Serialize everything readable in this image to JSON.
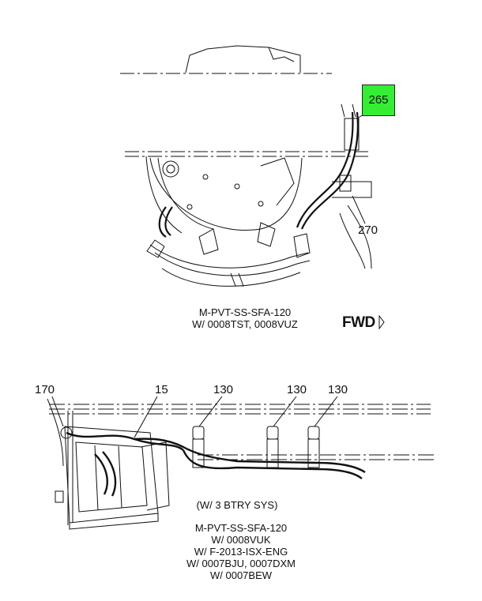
{
  "top_view": {
    "callouts": {
      "highlighted": "265",
      "secondary": "270"
    },
    "caption_lines": [
      "M-PVT-SS-SFA-120",
      "W/ 0008TST, 0008VUZ"
    ],
    "direction": "FWD"
  },
  "bottom_view": {
    "callouts": [
      "170",
      "15",
      "130",
      "130",
      "130"
    ],
    "subtitle": "(W/ 3 BTRY SYS)",
    "caption_lines": [
      "M-PVT-SS-SFA-120",
      "W/ 0008VUK",
      "W/ F-2013-ISX-ENG",
      "W/ 0007BJU, 0007DXM",
      "W/ 0007BEW"
    ]
  },
  "colors": {
    "highlight": "#33ee33",
    "ink": "#111111"
  }
}
